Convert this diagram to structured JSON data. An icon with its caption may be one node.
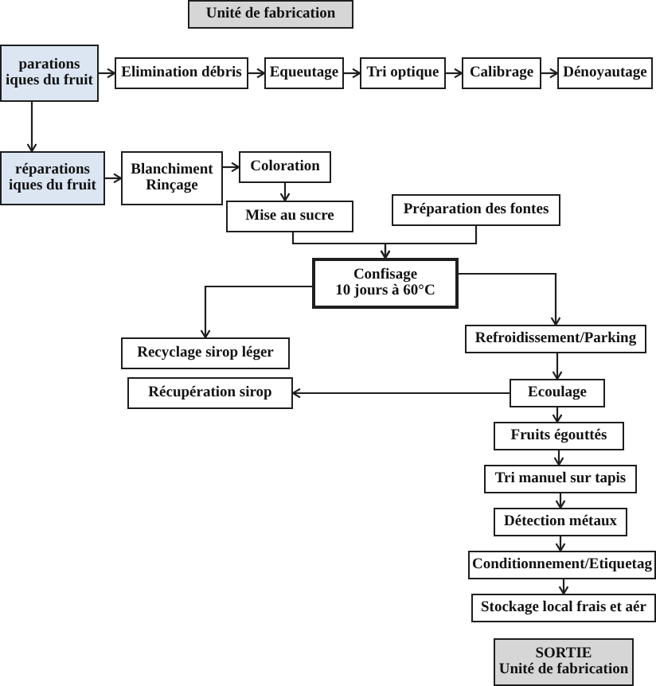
{
  "diagram": {
    "nodes": [
      {
        "text": [
          "Unité de fabrication"
        ]
      },
      {
        "text": [
          "parations iques du fruit"
        ]
      },
      {
        "text": [
          "Elimination débris"
        ]
      },
      {
        "text": [
          "Equeutage"
        ]
      },
      {
        "text": [
          "Tri optique"
        ]
      },
      {
        "text": [
          "Calibrage"
        ]
      },
      {
        "text": [
          "Dénoyautage"
        ]
      },
      {
        "text": [
          "réparations iques du fruit"
        ]
      },
      {
        "text": [
          "Blanchiment Rinçage"
        ]
      },
      {
        "text": [
          "Coloration"
        ]
      },
      {
        "text": [
          "Mise au sucre"
        ]
      },
      {
        "text": [
          "Préparation des fontes"
        ]
      },
      {
        "text": [
          "Confisage",
          "10 jours à 60°C"
        ]
      },
      {
        "text": [
          "Recyclage sirop léger"
        ]
      },
      {
        "text": [
          "Récupération sirop"
        ]
      },
      {
        "text": [
          "Refroidissement/Parking"
        ]
      },
      {
        "text": [
          "Ecoulage"
        ]
      },
      {
        "text": [
          "Fruits égouttés"
        ]
      },
      {
        "text": [
          "Tri manuel sur tapis"
        ]
      },
      {
        "text": [
          "Détection métaux"
        ]
      },
      {
        "text": [
          "Conditionnement/Etiquetag"
        ]
      },
      {
        "text": [
          "Stockage local frais et aér"
        ]
      },
      {
        "text": [
          "SORTIE",
          "Unité de fabrication"
        ]
      }
    ],
    "edges": [
      {
        "from": 1,
        "to": 2,
        "arrow": "to"
      },
      {
        "from": 2,
        "to": 3,
        "arrow": "to"
      },
      {
        "from": 3,
        "to": 4,
        "arrow": "to"
      },
      {
        "from": 4,
        "to": 5,
        "arrow": "to"
      },
      {
        "from": 5,
        "to": 6,
        "arrow": "to"
      },
      {
        "from": 1,
        "to": 7,
        "arrow": "to"
      },
      {
        "from": 7,
        "to": 8,
        "arrow": "to"
      },
      {
        "from": 8,
        "to": 9,
        "arrow": "to"
      },
      {
        "from": 9,
        "to": 10,
        "arrow": "to"
      },
      {
        "from": 10,
        "to": 12,
        "arrow": "to"
      },
      {
        "from": 11,
        "to": 12,
        "arrow": "to"
      },
      {
        "from": 12,
        "to": 13,
        "arrow": "to"
      },
      {
        "from": 12,
        "to": 15,
        "arrow": "to"
      },
      {
        "from": 15,
        "to": 16,
        "arrow": "to"
      },
      {
        "from": 16,
        "to": 14,
        "arrow": "to"
      },
      {
        "from": 16,
        "to": 17,
        "arrow": "to"
      },
      {
        "from": 17,
        "to": 18,
        "arrow": "to"
      },
      {
        "from": 18,
        "to": 19,
        "arrow": "to"
      },
      {
        "from": 19,
        "to": 20,
        "arrow": "to"
      },
      {
        "from": 20,
        "to": 21,
        "arrow": "to"
      }
    ]
  }
}
